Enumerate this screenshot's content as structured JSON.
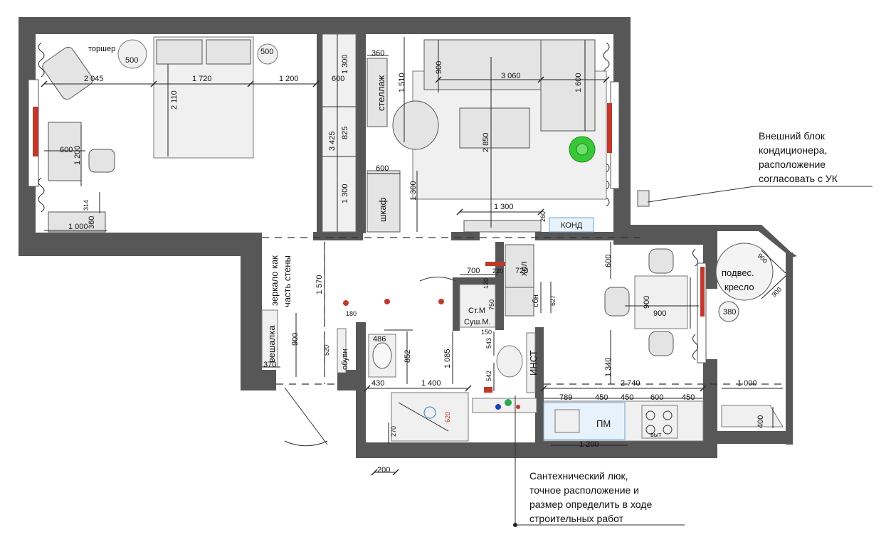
{
  "labels": {
    "torsher": "торшер",
    "stellazh": "стеллаж",
    "shkaf": "шкаф",
    "kond": "КОНД",
    "hol": "хол",
    "sbn": "сбн",
    "st_m": "Ст.М",
    "sush_m": "Суш.М.",
    "inst": "ИНСТ",
    "pm": "ПМ",
    "vyt": "выт",
    "veshalka": "вешалка",
    "obuv": "обувн",
    "podves": "подвес.",
    "kreslo": "кресло",
    "mirror_1": "зеркало как",
    "mirror_2": "часть стены"
  },
  "dimensions": {
    "d500_lamp": "500",
    "d500_round": "500",
    "d2045": "2 045",
    "d1720": "1 720",
    "d1200_bed": "1 200",
    "d2110": "2 110",
    "d600_desk": "600",
    "d1200_desk": "1 200",
    "d314": "314",
    "d1000": "1 000",
    "d360_bl": "360",
    "d1300_a": "1 300",
    "d600_w": "600",
    "d3425": "3 425",
    "d825": "825",
    "d1300_b": "1 300",
    "d360_stel": "360",
    "d1510": "1 510",
    "d900_sofa": "900",
    "d3060": "3 060",
    "d1600": "1 600",
    "d2850": "2 850",
    "d600_shk": "600",
    "d1300_shk": "1 300",
    "d1300_kond": "1 300",
    "d260": "260",
    "d1570": "1 570",
    "d700": "700",
    "d220": "220",
    "d720": "720",
    "d120": "120",
    "d750": "750",
    "d180": "180",
    "d150": "150",
    "d627": "627",
    "d600_kitchen": "600",
    "d380": "380",
    "d900_table_h": "900",
    "d900_table_w": "900",
    "d900_pod": "900",
    "d900_pod2": "900",
    "d900_door": "900",
    "d520": "520",
    "d486": "486",
    "d852": "852",
    "d1085": "1 085",
    "d543": "543",
    "d542": "542",
    "d1400": "1 400",
    "d430": "430",
    "d620": "620",
    "d270": "270",
    "d200": "200",
    "d370": "370",
    "d1340": "1 340",
    "d2740": "2 740",
    "d789": "789",
    "d450_a": "450",
    "d450_b": "450",
    "d600_k": "600",
    "d450_c": "450",
    "d1200_k": "1 200",
    "d1000_b": "1 000",
    "d400": "400"
  },
  "notes": {
    "ac_1": "Внешний блок",
    "ac_2": "кондиционера,",
    "ac_3": "расположение",
    "ac_4": "согласовать с УК",
    "hatch_1": "Сантехнический люк,",
    "hatch_2": "точное расположение и",
    "hatch_3": "размер определить в ходе",
    "hatch_4": "строительных работ"
  },
  "colors": {
    "wall": "#575757",
    "radiator": "#c0392b",
    "plant": "#37c837",
    "kond_box": "#6f9fc8"
  }
}
